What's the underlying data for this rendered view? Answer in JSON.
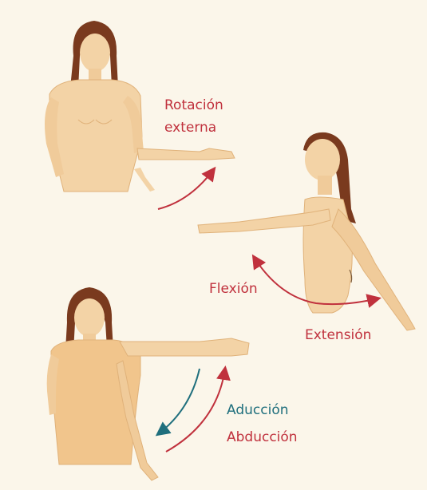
{
  "labels": {
    "rotacion_line1": "Rotación",
    "rotacion_line2": "externa",
    "flexion": "Flexión",
    "extension": "Extensión",
    "aduccion": "Aducción",
    "abduccion": "Abducción"
  },
  "colors": {
    "background": "#fbf6ea",
    "label_red": "#c0313d",
    "label_teal": "#1f6f7d",
    "skin": "#f3d3a6",
    "skin_shade": "#e0b27a",
    "hair": "#7a3a1e"
  }
}
